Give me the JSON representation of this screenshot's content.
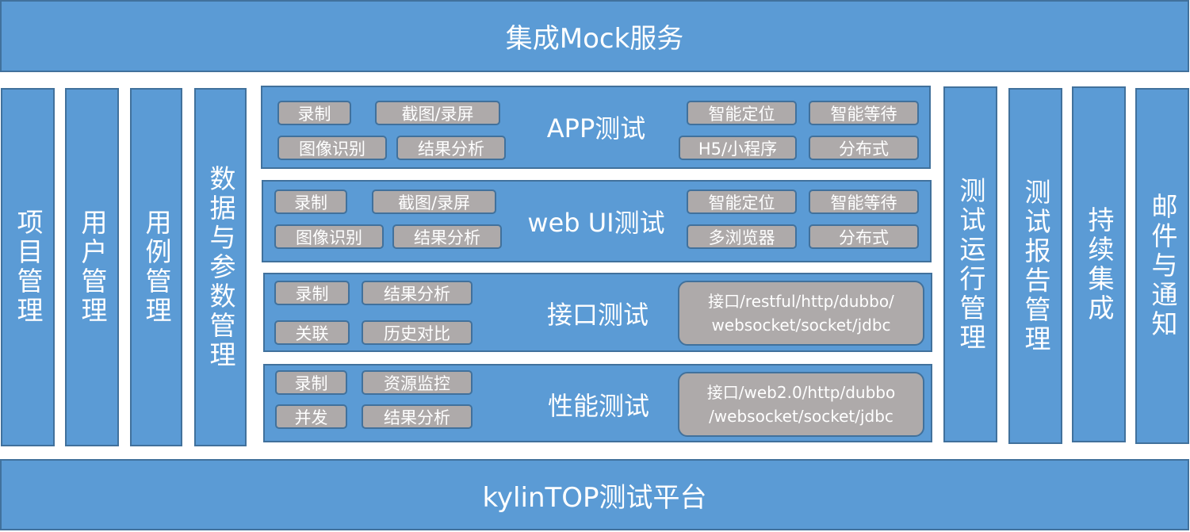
{
  "top": "集成Mock服务",
  "bottom": "kylinTOP测试平台",
  "left": [
    "项目管理",
    "用户管理",
    "用例管理",
    "数据与参数管理"
  ],
  "right": [
    "测试运行管理",
    "测试报告管理",
    "持续集成",
    "邮件与通知"
  ],
  "app": {
    "title": "APP测试",
    "chips": [
      "录制",
      "截图/录屏",
      "图像识别",
      "结果分析",
      "智能定位",
      "智能等待",
      "H5/小程序",
      "分布式"
    ]
  },
  "web": {
    "title": "web UI测试",
    "chips": [
      "录制",
      "截图/录屏",
      "图像识别",
      "结果分析",
      "智能定位",
      "智能等待",
      "多浏览器",
      "分布式"
    ]
  },
  "api": {
    "title": "接口测试",
    "chips": [
      "录制",
      "结果分析",
      "关联",
      "历史对比"
    ],
    "protocols": [
      "接口/restful/http/dubbo/",
      "websocket/socket/jdbc"
    ]
  },
  "perf": {
    "title": "性能测试",
    "chips": [
      "录制",
      "资源监控",
      "并发",
      "结果分析"
    ],
    "protocols": [
      "接口/web2.0/http/dubbo",
      "/websocket/socket/jdbc"
    ]
  }
}
